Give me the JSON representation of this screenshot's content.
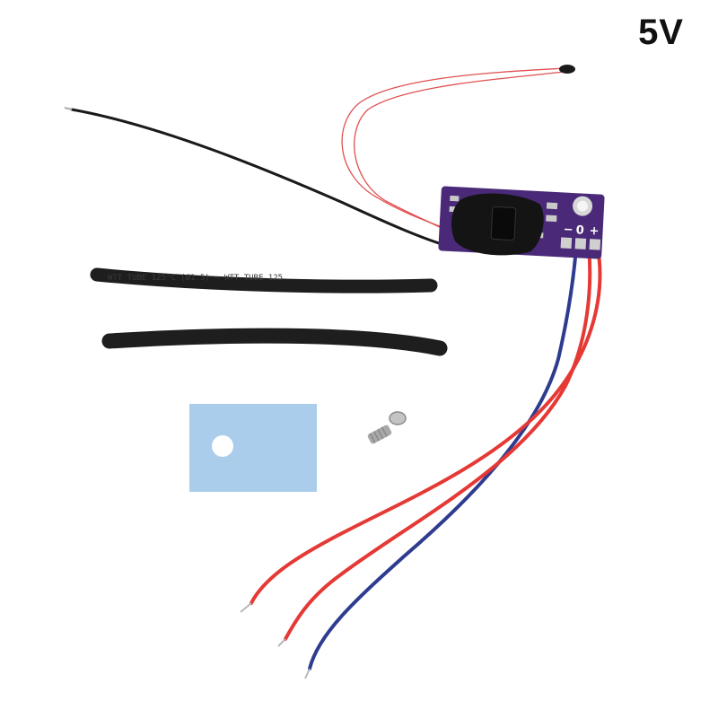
{
  "badge": {
    "voltage": "5V"
  },
  "pcb": {
    "pin_minus": "−",
    "pin_zero": "0",
    "pin_plus": "+"
  },
  "tubes": {
    "upper_print": "WTT TUBE  125°C  (Ø1.5)  —  WTT TUBE  125"
  },
  "colors": {
    "pcb": "#4a2a78",
    "wire_red": "#e53935",
    "wire_blue": "#2e3c8f",
    "wire_black": "#1a1a1a",
    "thermal_pad": "#a9cdeb",
    "thermistor_wire": "#e05050"
  },
  "icons": [
    "thermistor-probe-icon",
    "screw-icon"
  ]
}
